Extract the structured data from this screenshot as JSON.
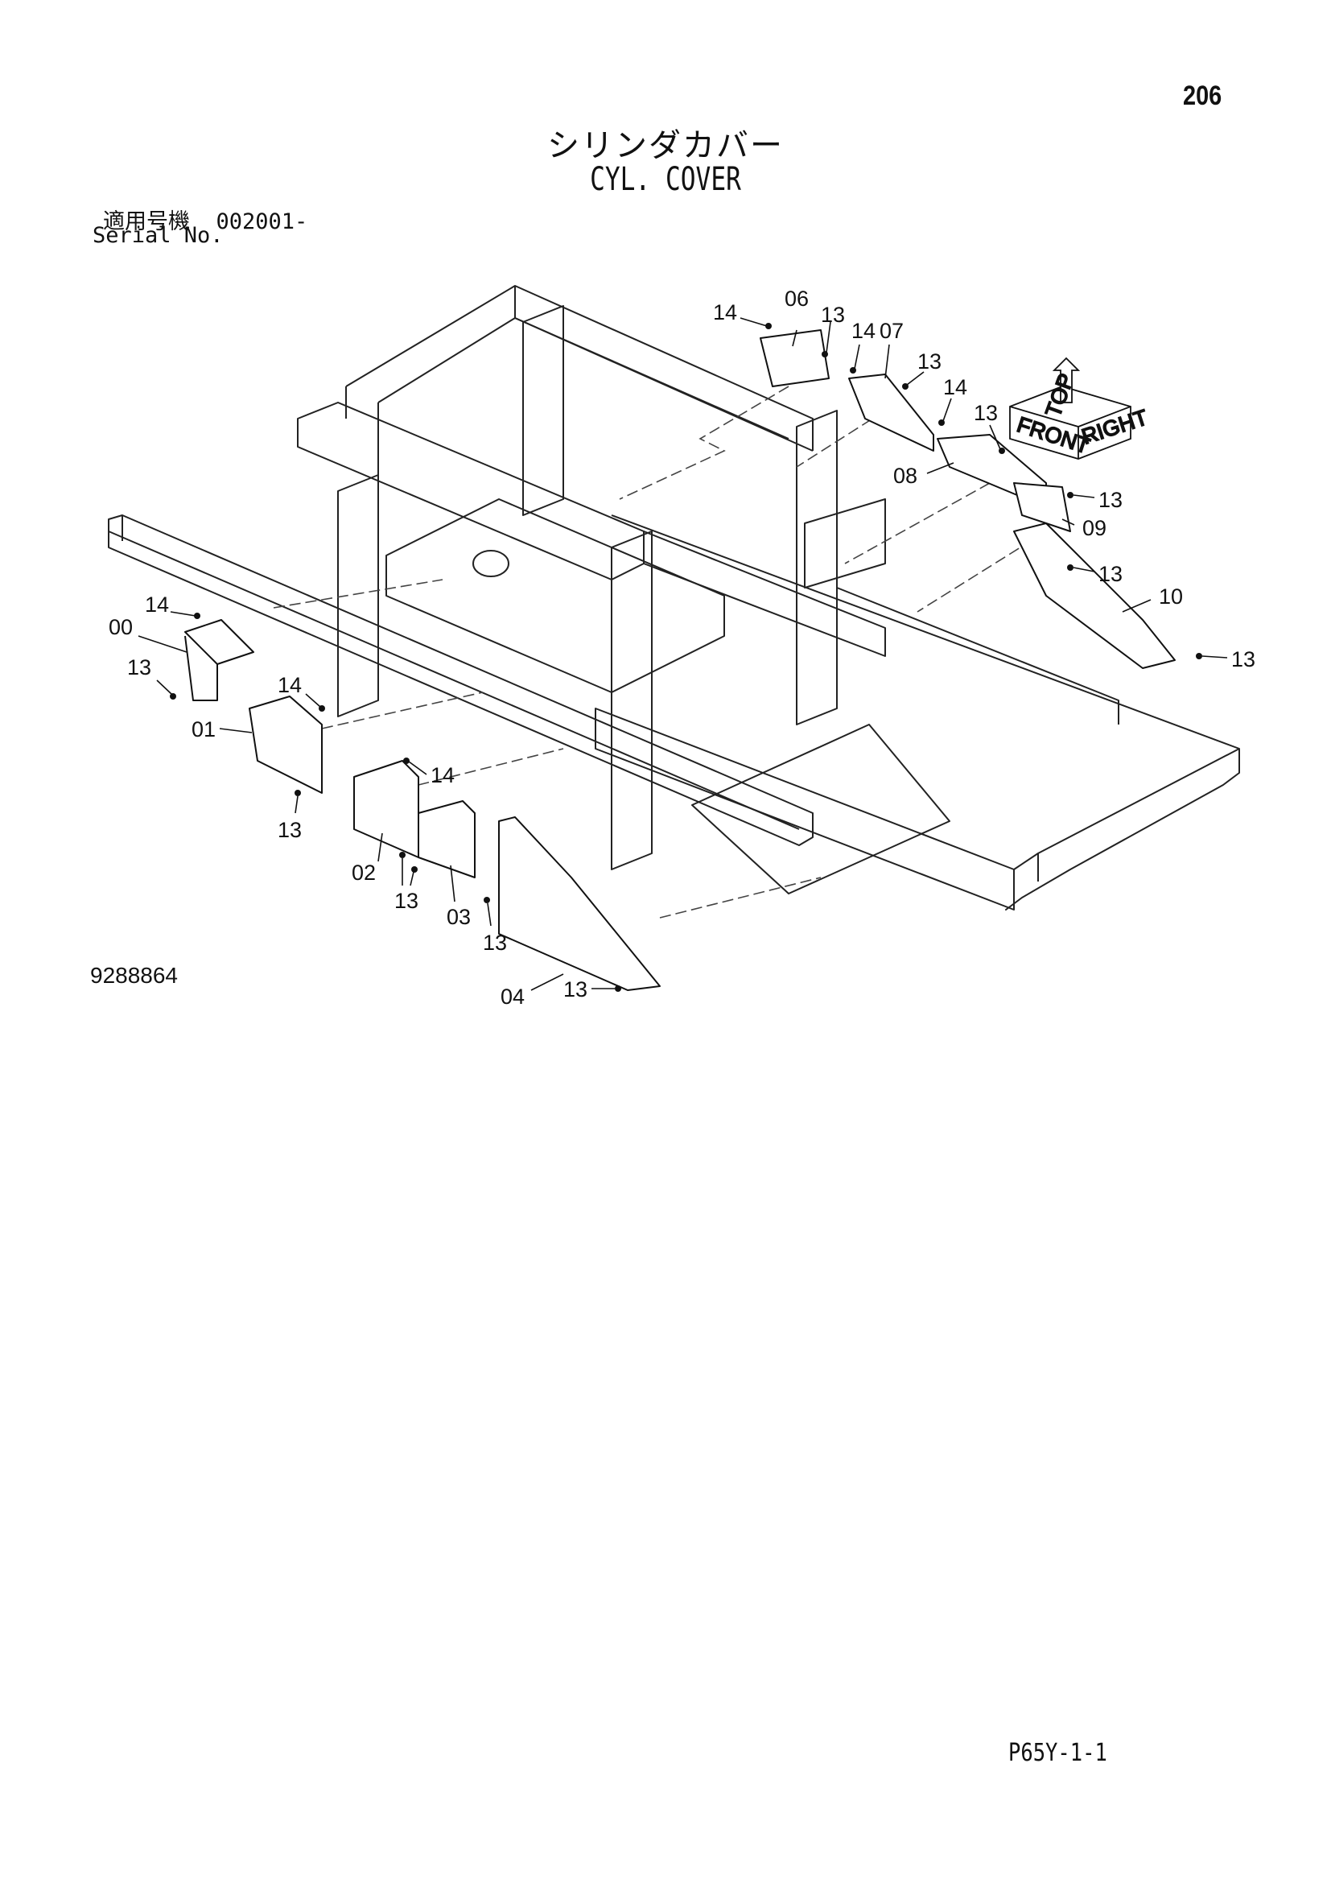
{
  "page": {
    "page_number": "206",
    "title_jp": "シリンダカバー",
    "title_en": "CYL. COVER",
    "serial_label_jp": "適用号機",
    "serial_value": "002001-",
    "serial_label_en": "Serial No.",
    "drawing_number": "9288864",
    "sheet_code": "P65Y-1-1"
  },
  "orientation": {
    "front": "FRONT",
    "right": "RIGHT",
    "top": "TOP"
  },
  "callouts": {
    "c00": "00",
    "c01": "01",
    "c02": "02",
    "c03": "03",
    "c04": "04",
    "c06": "06",
    "c07": "07",
    "c08": "08",
    "c09": "09",
    "c10": "10",
    "c13": "13",
    "c14": "14"
  }
}
